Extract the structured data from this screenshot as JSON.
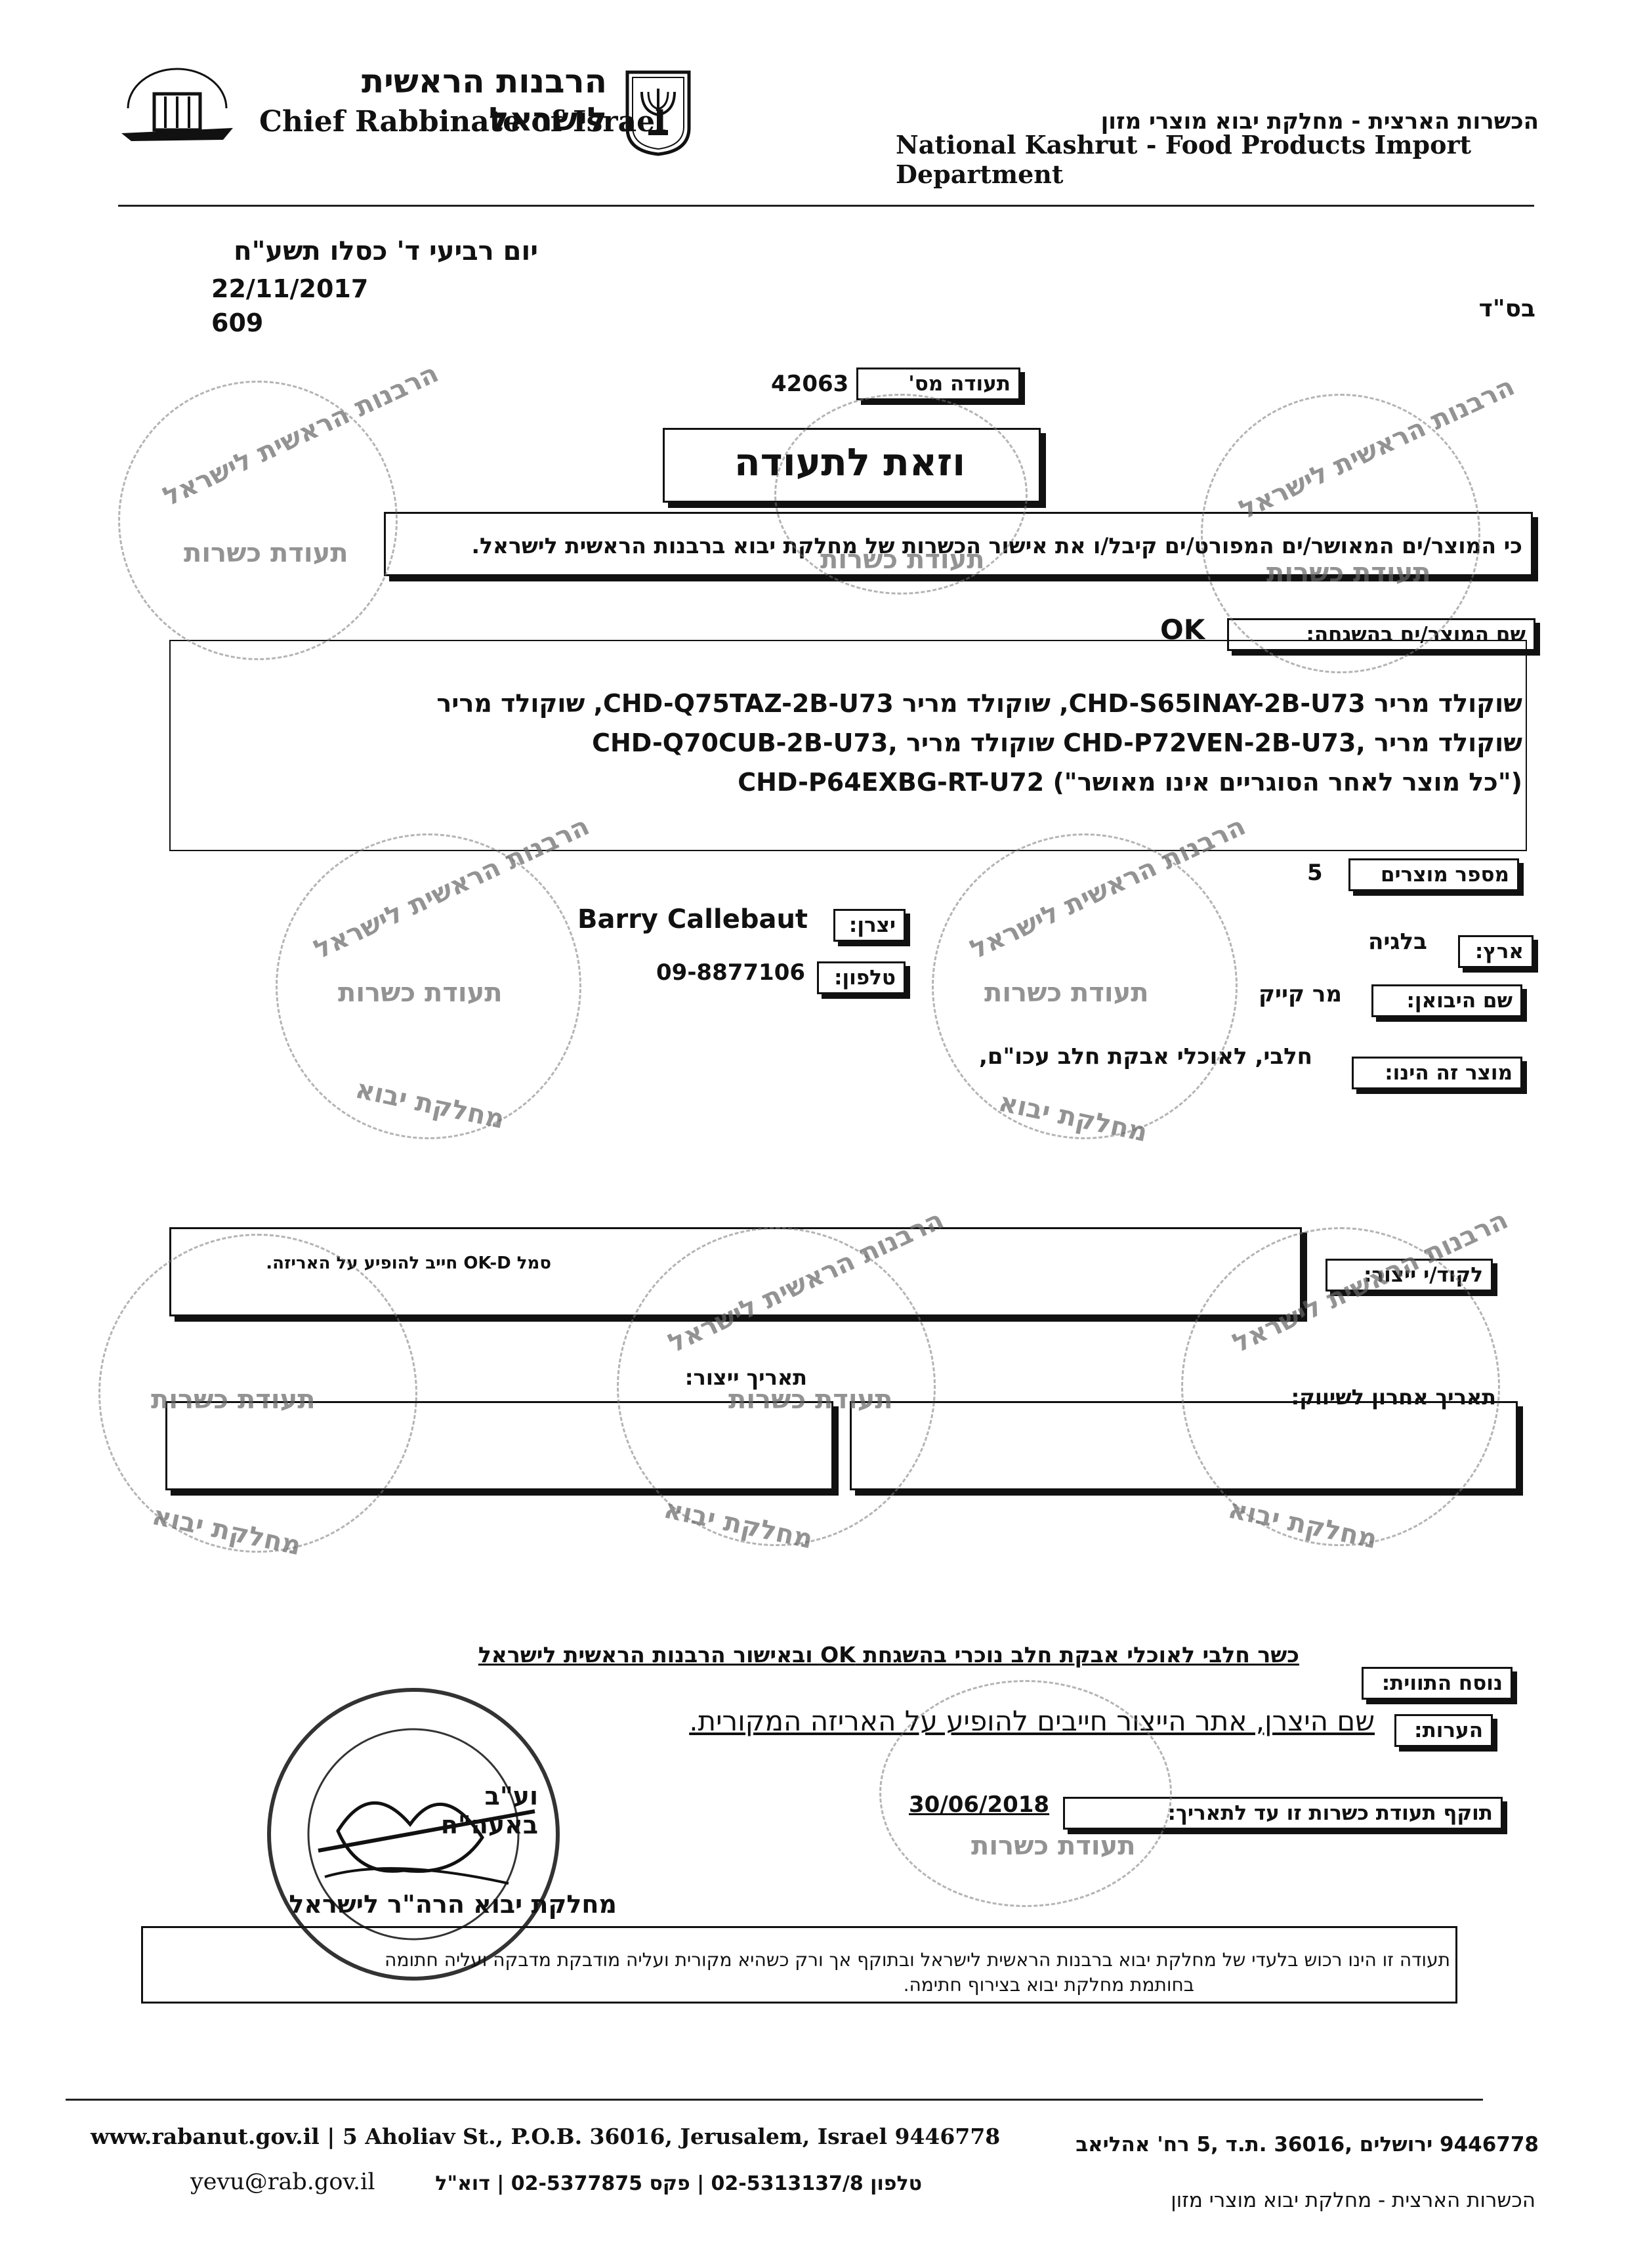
{
  "header": {
    "org_hebrew": "הרבנות הראשית לישראל",
    "org_english": "Chief Rabbinate of Israel",
    "dept_hebrew": "הכשרות הארצית - מחלקת יבוא מוצרי מזון",
    "dept_english": "National Kashrut - Food Products Import Department",
    "seal_text": "הרבנות הראשית לישראל",
    "emblem_text": "ישראל"
  },
  "meta": {
    "hebrew_date": "יום רביעי ד' כסלו תשע\"ח",
    "date": "22/11/2017",
    "ref": "609",
    "besd": "בס\"ד"
  },
  "certificate": {
    "number_label": "תעודה מס'",
    "number": "42063",
    "title": "וזאת לתעודה",
    "statement": "כי המוצר/ים המאושר/ים המפורט/ים קיבל/ו את אישור הכשרות של מחלקת יבוא ברבנות הראשית לישראל."
  },
  "fields": {
    "supervision_label": "שם המוצר/ים בהשגחה:",
    "supervision_value": "OK",
    "products_line1": "שוקולד מריר CHD-S65INAY-2B-U73, שוקולד מריר CHD-Q75TAZ-2B-U73, שוקולד מריר",
    "products_line2": "CHD-Q70CUB-2B-U73, שוקולד מריר CHD-P72VEN-2B-U73, שוקולד מריר",
    "products_line3": "CHD-P64EXBG-RT-U72 (\"כל מוצר לאחר הסוגריים אינו מאושר\")",
    "product_count_label": "מספר מוצרים",
    "product_count": "5",
    "manufacturer_label": "יצרן:",
    "manufacturer": "Barry Callebaut",
    "phone_label": "טלפון:",
    "phone": "09-8877106",
    "country_label": "ארץ:",
    "country": "בלגיה",
    "importer_label": "שם היבואן:",
    "importer": "מר קייק",
    "product_is_label": "מוצר זה הינו:",
    "product_is": "חלבי, לאוכלי אבקת חלב עכו\"ם,",
    "code_label": "לקוד/י ייצור:",
    "code_value": "סמל OK-D חייב להופיע על האריזה.",
    "prod_date_label": "תאריך ייצור:",
    "last_market_label": "תאריך אחרון לשיווק:",
    "label_text_label": "נוסח התווית:",
    "label_text": "כשר חלבי לאוכלי אבקת חלב נוכרי בהשגחת OK ובאישור הרבנות הראשית לישראל",
    "remarks_label": "הערות:",
    "remarks": "שם היצרן, אתר הייצור חייבים להופיע על האריזה המקורית.",
    "valid_label": "תוקף תעודת כשרות זו עד לתאריך:",
    "valid_until": "30/06/2018"
  },
  "stamps": {
    "top": "הרבנות הראשית לישראל",
    "bottom": "תעודת כשרות",
    "dept": "מחלקת יבוא"
  },
  "signature": {
    "stamp_line": "וע\"ב באעה\"ח",
    "department": "מחלקת יבוא הרה\"ר לישראל"
  },
  "notice": {
    "line1": "תעודה זו הינו רכוש בלעדי של מחלקת יבוא ברבנות הראשית לישראל ובתוקף אך ורק כשהיא מקורית ועליה מודבקת מדבקה ועליה חתומה",
    "line2": "בחותמת מחלקת יבוא בצירוף חתימה."
  },
  "footer": {
    "en_line": "www.rabanut.gov.il | 5 Aholiav St., P.O.B. 36016, Jerusalem, Israel 9446778",
    "he_line": "9446778 ירושלים ,36016 .ת.ד ,5 רח' אהליאב",
    "email": "yevu@rab.gov.il",
    "contact_he": "טלפון 02-5313137/8 | פקס 02-5377875 | דוא\"ל",
    "dept_he": "הכשרות הארצית - מחלקת יבוא מוצרי מזון"
  }
}
